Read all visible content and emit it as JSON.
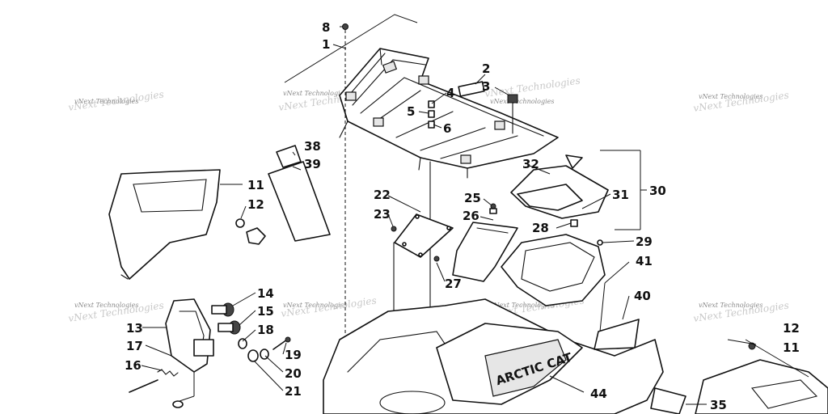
{
  "watermark": {
    "text": "vNext Technologies"
  },
  "callouts": [
    {
      "id": "c1",
      "label": "1"
    },
    {
      "id": "c2",
      "label": "2"
    },
    {
      "id": "c3",
      "label": "3"
    },
    {
      "id": "c4",
      "label": "4"
    },
    {
      "id": "c5",
      "label": "5"
    },
    {
      "id": "c6",
      "label": "6"
    },
    {
      "id": "c8",
      "label": "8"
    },
    {
      "id": "c11a",
      "label": "11"
    },
    {
      "id": "c11b",
      "label": "11"
    },
    {
      "id": "c12a",
      "label": "12"
    },
    {
      "id": "c12b",
      "label": "12"
    },
    {
      "id": "c13",
      "label": "13"
    },
    {
      "id": "c14",
      "label": "14"
    },
    {
      "id": "c15",
      "label": "15"
    },
    {
      "id": "c16",
      "label": "16"
    },
    {
      "id": "c17",
      "label": "17"
    },
    {
      "id": "c18",
      "label": "18"
    },
    {
      "id": "c19",
      "label": "19"
    },
    {
      "id": "c20",
      "label": "20"
    },
    {
      "id": "c21",
      "label": "21"
    },
    {
      "id": "c22",
      "label": "22"
    },
    {
      "id": "c23",
      "label": "23"
    },
    {
      "id": "c25",
      "label": "25"
    },
    {
      "id": "c26",
      "label": "26"
    },
    {
      "id": "c27",
      "label": "27"
    },
    {
      "id": "c28",
      "label": "28"
    },
    {
      "id": "c29",
      "label": "29"
    },
    {
      "id": "c30",
      "label": "30"
    },
    {
      "id": "c31",
      "label": "31"
    },
    {
      "id": "c32",
      "label": "32"
    },
    {
      "id": "c35",
      "label": "35"
    },
    {
      "id": "c38",
      "label": "38"
    },
    {
      "id": "c39",
      "label": "39"
    },
    {
      "id": "c40",
      "label": "40"
    },
    {
      "id": "c41",
      "label": "41"
    },
    {
      "id": "c44",
      "label": "44"
    }
  ],
  "decal": {
    "brand_text": "ARCTIC CAT"
  }
}
